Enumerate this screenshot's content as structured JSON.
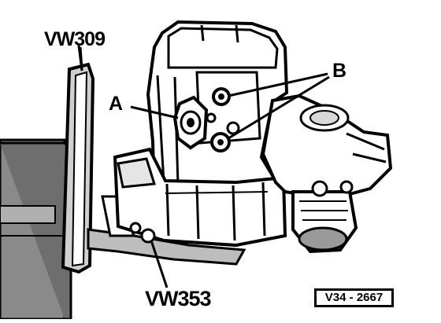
{
  "labels": {
    "vw309": "VW309",
    "a": "A",
    "b": "B",
    "vw353": "VW353"
  },
  "reference_code": "V34 - 2667",
  "colors": {
    "ink": "#000000",
    "paper": "#ffffff",
    "bench_fill": "#8a8a8a"
  }
}
